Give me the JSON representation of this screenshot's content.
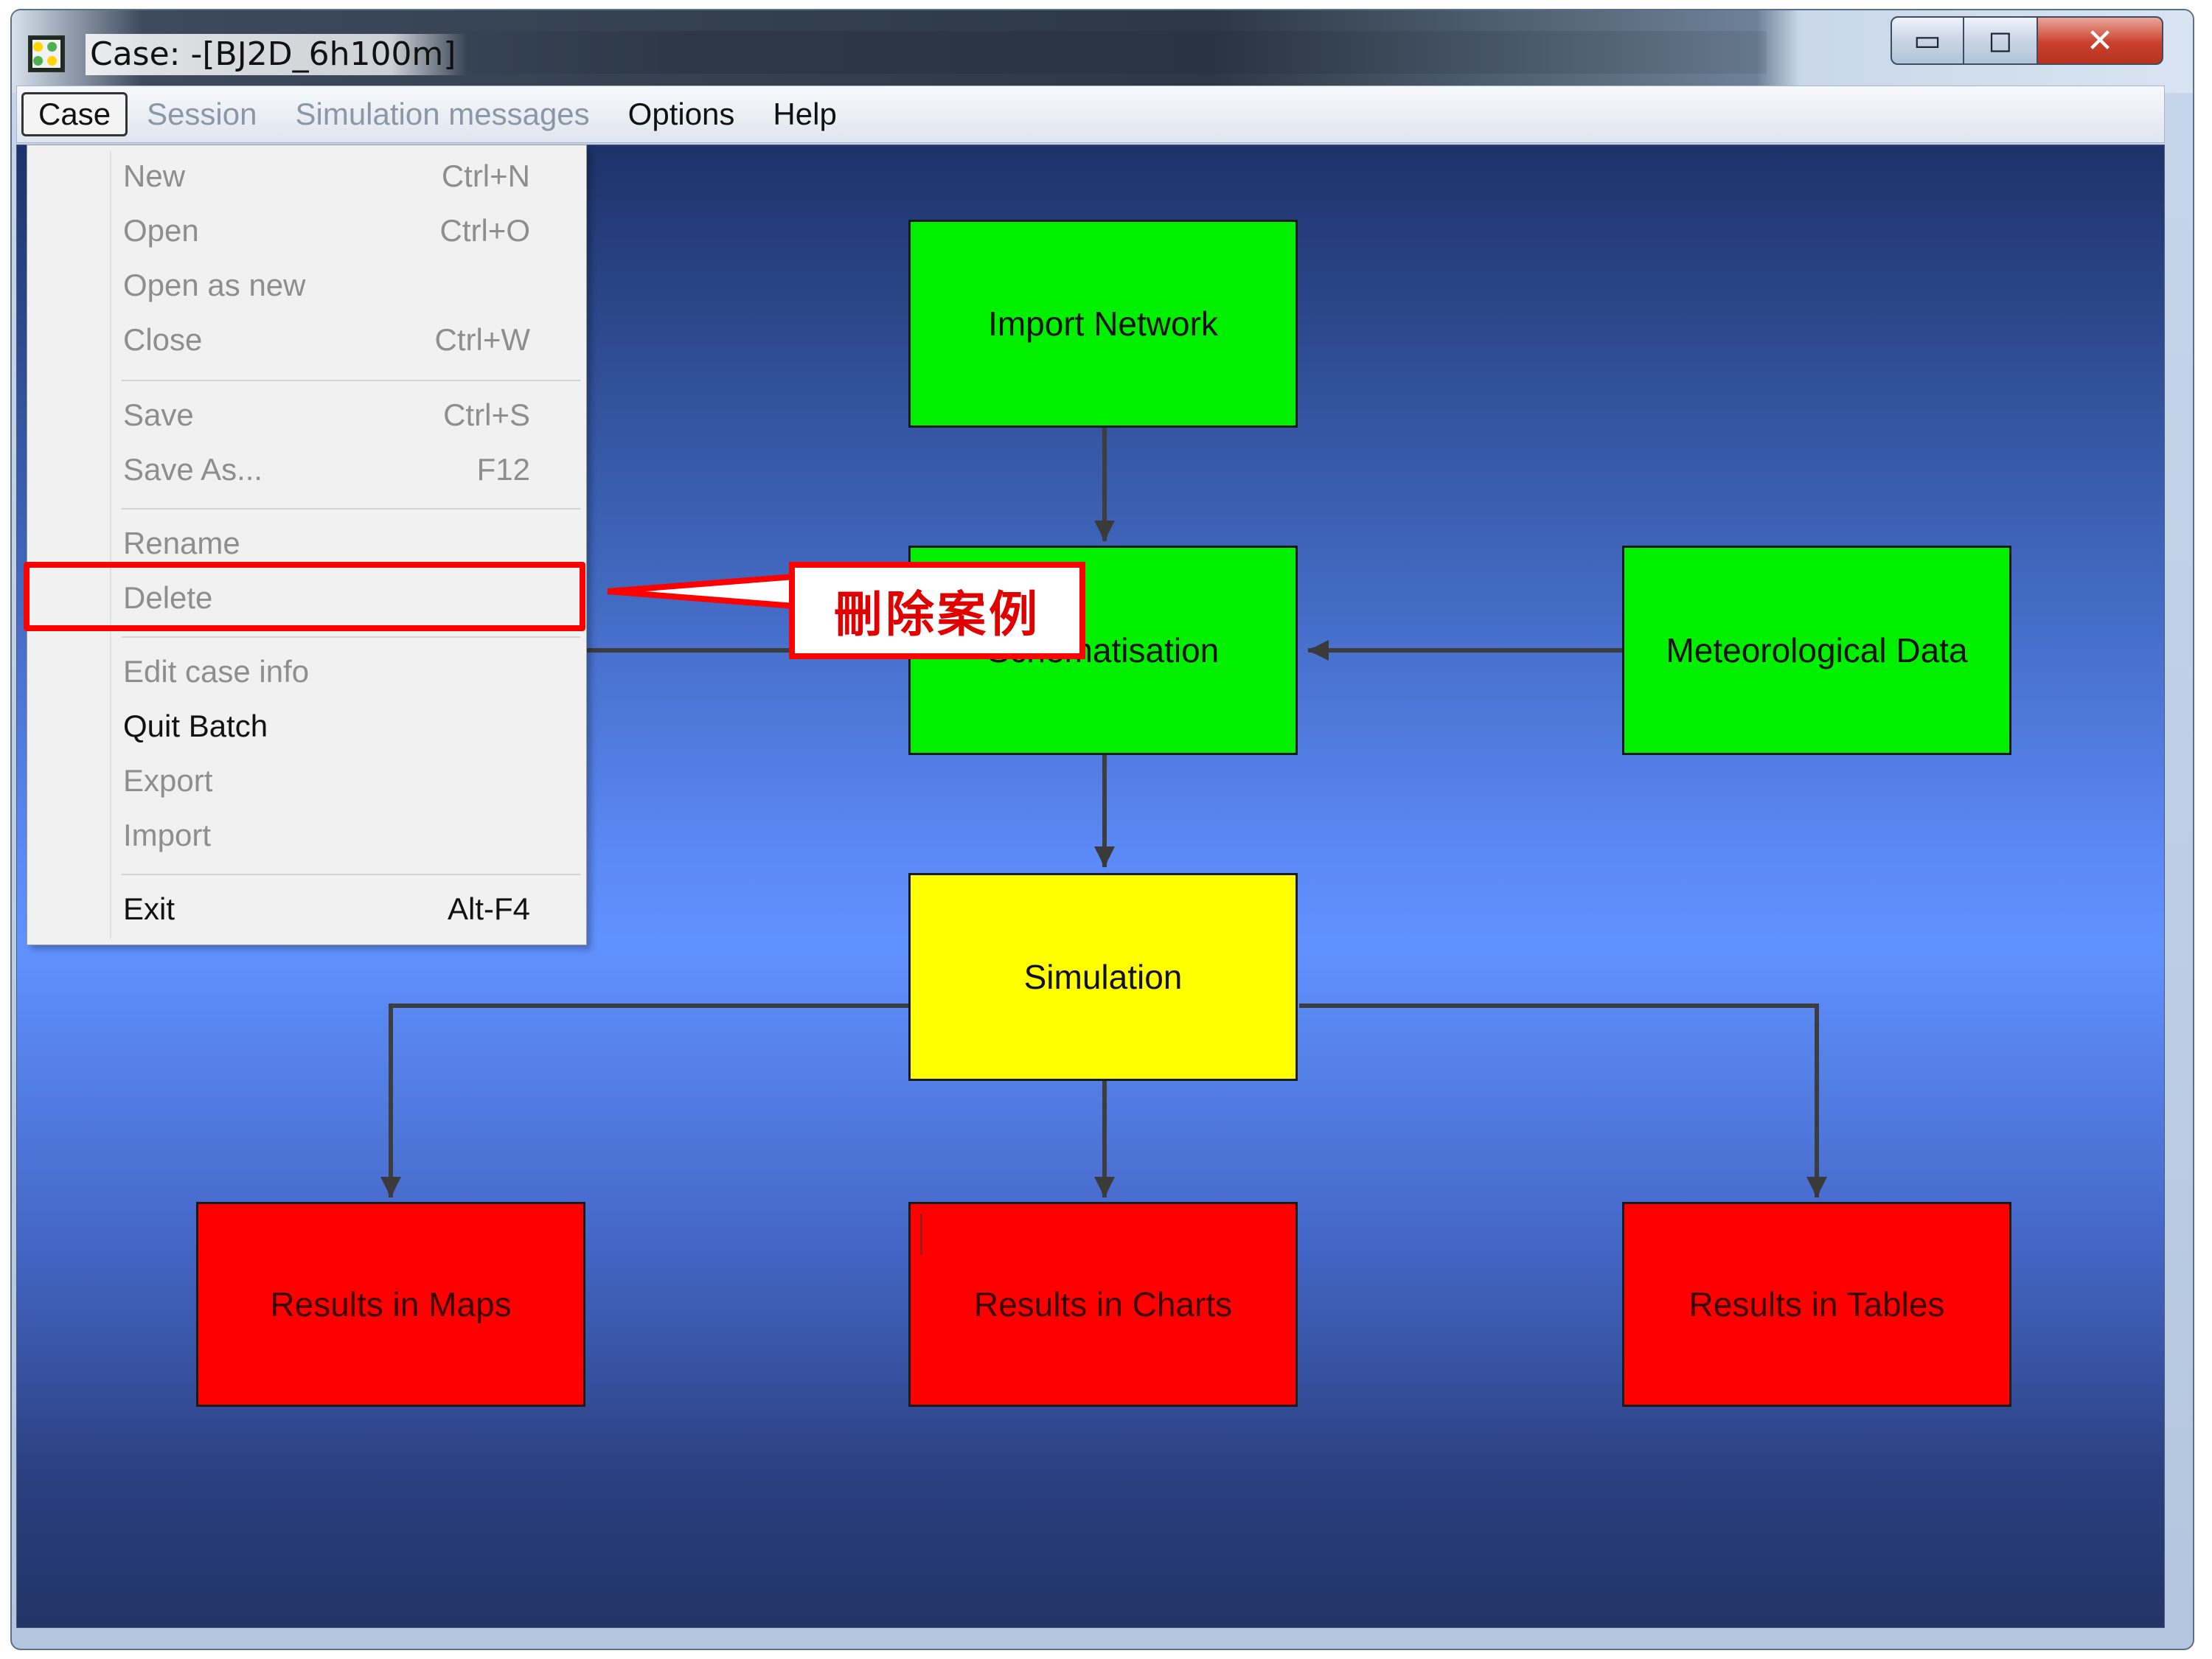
{
  "window": {
    "title": "Case: -[BJ2D_6h100m]",
    "controls": {
      "minimize_icon": "▭",
      "maximize_icon": "◻",
      "close_icon": "✕"
    }
  },
  "menubar": {
    "items": [
      {
        "label": "Case",
        "state": "active"
      },
      {
        "label": "Session",
        "state": "disabled"
      },
      {
        "label": "Simulation messages",
        "state": "disabled"
      },
      {
        "label": "Options",
        "state": "enabled"
      },
      {
        "label": "Help",
        "state": "enabled"
      }
    ]
  },
  "case_menu": {
    "items": [
      {
        "label": "New",
        "shortcut": "Ctrl+N",
        "enabled": false
      },
      {
        "label": "Open",
        "shortcut": "Ctrl+O",
        "enabled": false
      },
      {
        "label": "Open as new",
        "shortcut": "",
        "enabled": false
      },
      {
        "label": "Close",
        "shortcut": "Ctrl+W",
        "enabled": false
      },
      {
        "label": "Save",
        "shortcut": "Ctrl+S",
        "enabled": false
      },
      {
        "label": "Save As...",
        "shortcut": "F12",
        "enabled": false
      },
      {
        "label": "Rename",
        "shortcut": "",
        "enabled": false
      },
      {
        "label": "Delete",
        "shortcut": "",
        "enabled": false
      },
      {
        "label": "Edit case info",
        "shortcut": "",
        "enabled": false
      },
      {
        "label": "Quit Batch",
        "shortcut": "",
        "enabled": true
      },
      {
        "label": "Export",
        "shortcut": "",
        "enabled": false
      },
      {
        "label": "Import",
        "shortcut": "",
        "enabled": false
      },
      {
        "label": "Exit",
        "shortcut": "Alt-F4",
        "enabled": true
      }
    ]
  },
  "workflow": {
    "import_network": {
      "label": "Import Network",
      "color": "#00f000",
      "status": "green"
    },
    "schematisation": {
      "label": "Schematisation",
      "color": "#00f000",
      "status": "green"
    },
    "meteorological_data": {
      "label": "Meteorological Data",
      "color": "#00f000",
      "status": "green"
    },
    "simulation": {
      "label": "Simulation",
      "color": "#ffff00",
      "status": "yellow"
    },
    "results_maps": {
      "label": "Results in Maps",
      "color": "#ff0000",
      "status": "red"
    },
    "results_charts": {
      "label": "Results in Charts",
      "color": "#ff0000",
      "status": "red"
    },
    "results_tables": {
      "label": "Results in Tables",
      "color": "#ff0000",
      "status": "red"
    }
  },
  "annotation": {
    "callout_text": "刪除案例",
    "color": "#ff0000"
  }
}
